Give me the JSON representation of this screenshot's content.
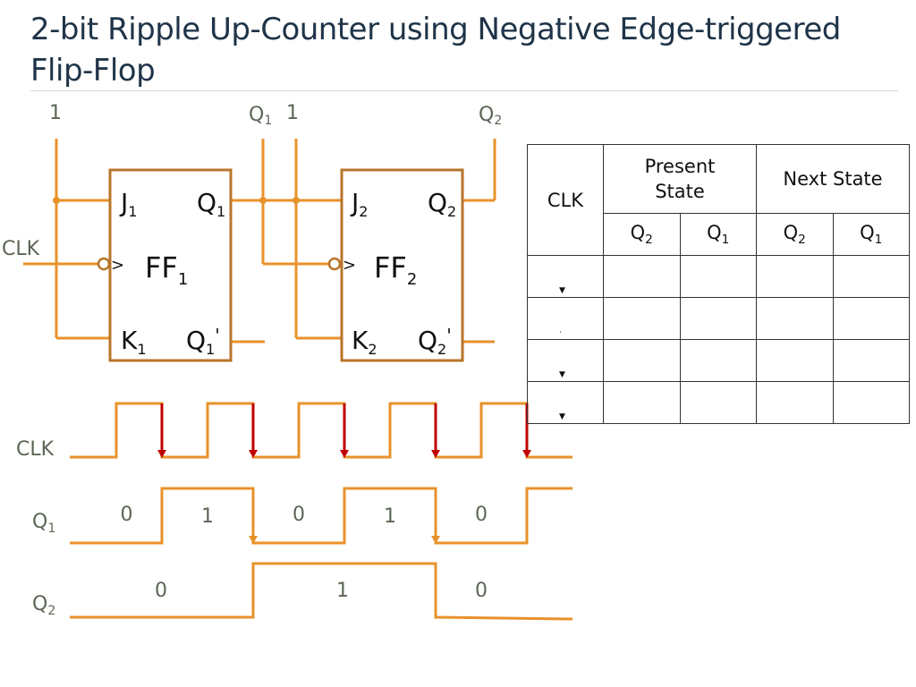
{
  "title": "2-bit Ripple Up-Counter using Negative Edge-triggered Flip-Flop",
  "colors": {
    "wire": "#e8922a",
    "box": "#b8742a",
    "clk_edge_arrow": "#c00000",
    "label_grey": "#5b6655",
    "title": "#1f3448"
  },
  "circuit": {
    "ff1": {
      "name": "FF",
      "index": "1",
      "j": "J",
      "k": "K",
      "q": "Q",
      "q_bar": "Q",
      "prime": "'",
      "j_input": "1",
      "q_out_label": "Q",
      "q_out_sub": "1"
    },
    "ff2": {
      "name": "FF",
      "index": "2",
      "j": "J",
      "k": "K",
      "q": "Q",
      "q_bar": "Q",
      "prime": "'",
      "j_input": "1",
      "clk_input_label": "Q",
      "clk_input_sub": "1",
      "q_out_label": "Q",
      "q_out_sub": "2"
    },
    "clk_label": "CLK"
  },
  "truth_table": {
    "col_clk": "CLK",
    "group_present": "Present State",
    "group_next": "Next State",
    "sub_headers": [
      {
        "label": "Q",
        "sub": "2"
      },
      {
        "label": "Q",
        "sub": "1"
      },
      {
        "label": "Q",
        "sub": "2"
      },
      {
        "label": "Q",
        "sub": "1"
      }
    ],
    "rows": [
      {
        "clk": "▼",
        "cells": [
          "",
          "",
          "",
          ""
        ]
      },
      {
        "clk": "·",
        "cells": [
          "",
          "",
          "",
          ""
        ]
      },
      {
        "clk": "▼",
        "cells": [
          "",
          "",
          "",
          ""
        ]
      },
      {
        "clk": "▼",
        "cells": [
          "",
          "",
          "",
          ""
        ]
      }
    ]
  },
  "timing": {
    "signals": [
      {
        "name": "CLK",
        "sub": ""
      },
      {
        "name": "Q",
        "sub": "1"
      },
      {
        "name": "Q",
        "sub": "2"
      }
    ],
    "clk_pulses": 5,
    "q1_values": [
      "0",
      "1",
      "0",
      "1",
      "0"
    ],
    "q2_values": [
      "0",
      "1",
      "0"
    ]
  }
}
